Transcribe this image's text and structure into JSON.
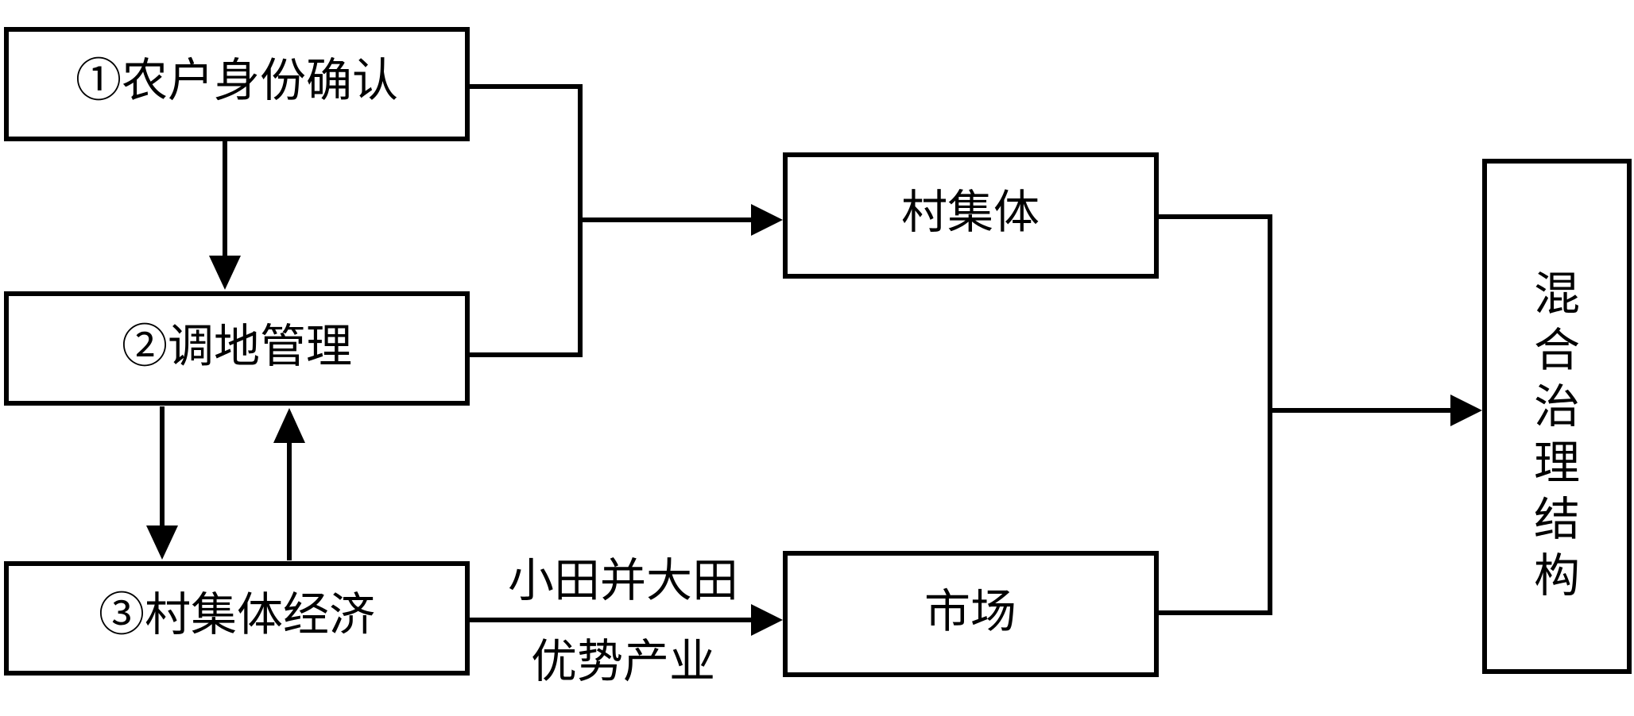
{
  "nodes": {
    "farmer_identity": "①农户身份确认",
    "land_adjustment": "②调地管理",
    "village_economy": "③村集体经济",
    "village_collective": "村集体",
    "market": "市场",
    "hybrid_governance": [
      "混",
      "合",
      "治",
      "理",
      "结",
      "构"
    ]
  },
  "edge_labels": {
    "consolidation": "小田并大田",
    "advantage_industry": "优势产业"
  },
  "colors": {
    "stroke": "#000000",
    "background": "#ffffff"
  }
}
